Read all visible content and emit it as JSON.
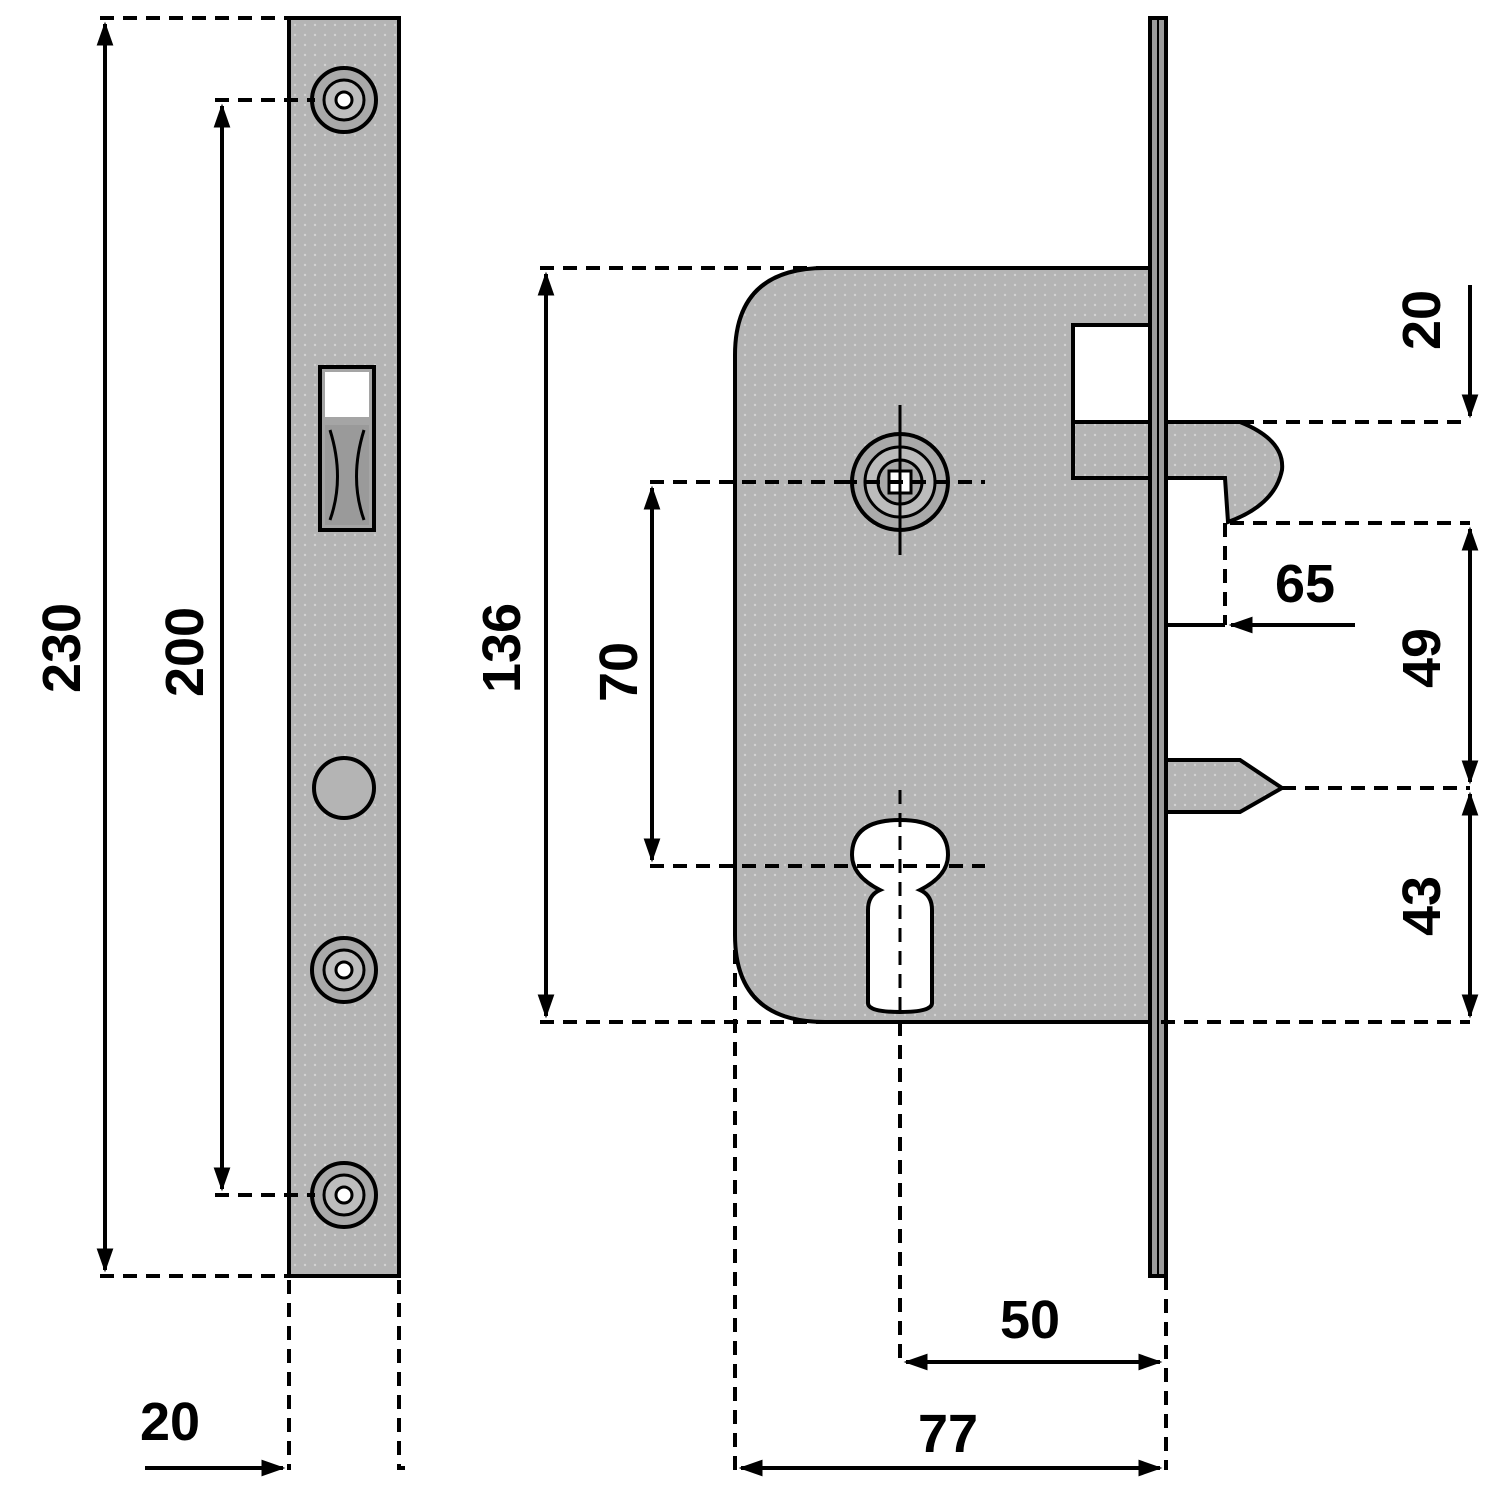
{
  "title": "",
  "colors": {
    "metal": "#b4b4b4",
    "line": "#000000",
    "background": "#ffffff"
  },
  "faceplate": {
    "labels": {
      "overall_length": "230",
      "screw_spacing": "200",
      "width": "20"
    }
  },
  "lock_body": {
    "labels": {
      "body_height": "136",
      "handle_to_cylinder": "70",
      "top_to_latch": "20",
      "latch_projection": "65",
      "latch_to_bolt": "49",
      "bolt_to_bottom": "43",
      "backset": "50",
      "body_depth": "77"
    }
  },
  "icons": [
    "screw-hole-icon",
    "handle-spindle-icon",
    "euro-cylinder-keyhole-icon",
    "latch-bolt-icon",
    "deadbolt-icon",
    "arrowhead-icon"
  ]
}
